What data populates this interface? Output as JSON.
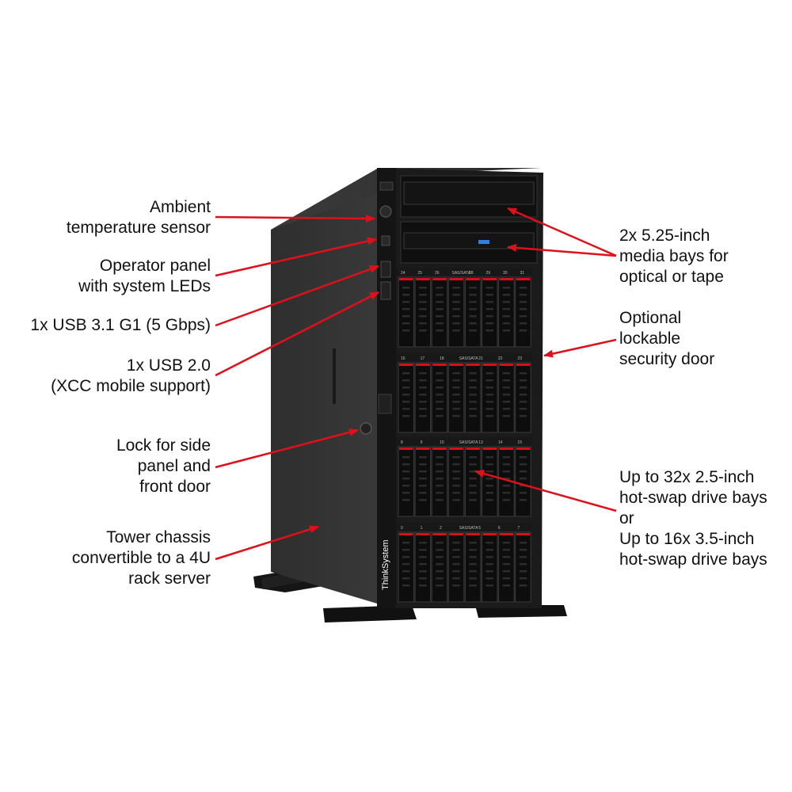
{
  "labels": {
    "ambient": [
      "Ambient",
      "temperature sensor"
    ],
    "operator": [
      "Operator panel",
      "with system LEDs"
    ],
    "usb31": [
      "1x USB 3.1 G1 (5 Gbps)"
    ],
    "usb20": [
      "1x USB 2.0",
      "(XCC mobile support)"
    ],
    "lock": [
      "Lock for side",
      "panel and",
      "front door"
    ],
    "tower": [
      "Tower chassis",
      "convertible to a 4U",
      "rack server"
    ],
    "media": [
      "2x 5.25-inch",
      "media bays for",
      "optical or tape"
    ],
    "door": [
      "Optional",
      "lockable",
      "security door"
    ],
    "drives": [
      "Up to 32x 2.5-inch",
      "hot-swap drive bays",
      "or",
      "Up to 16x 3.5-inch",
      "hot-swap drive bays"
    ]
  },
  "server": {
    "brand": "ThinkSystem",
    "bay_groups": [
      {
        "numbers": [
          "24",
          "25",
          "26",
          "SAS/SATA",
          "28",
          "29",
          "30",
          "31"
        ]
      },
      {
        "numbers": [
          "16",
          "17",
          "18",
          "SAS/SATA",
          "21",
          "22",
          "23"
        ]
      },
      {
        "numbers": [
          "8",
          "9",
          "10",
          "SAS/SATA",
          "13",
          "14",
          "15"
        ]
      },
      {
        "numbers": [
          "0",
          "1",
          "2",
          "SAS/SATA",
          "5",
          "6",
          "7"
        ]
      }
    ]
  },
  "colors": {
    "arrow": "#e0101a",
    "chassis_front": "#1b1b1b",
    "chassis_side": "#2a2a2a",
    "drive_accent": "#d4101a",
    "led_blue": "#2f7fe6"
  }
}
